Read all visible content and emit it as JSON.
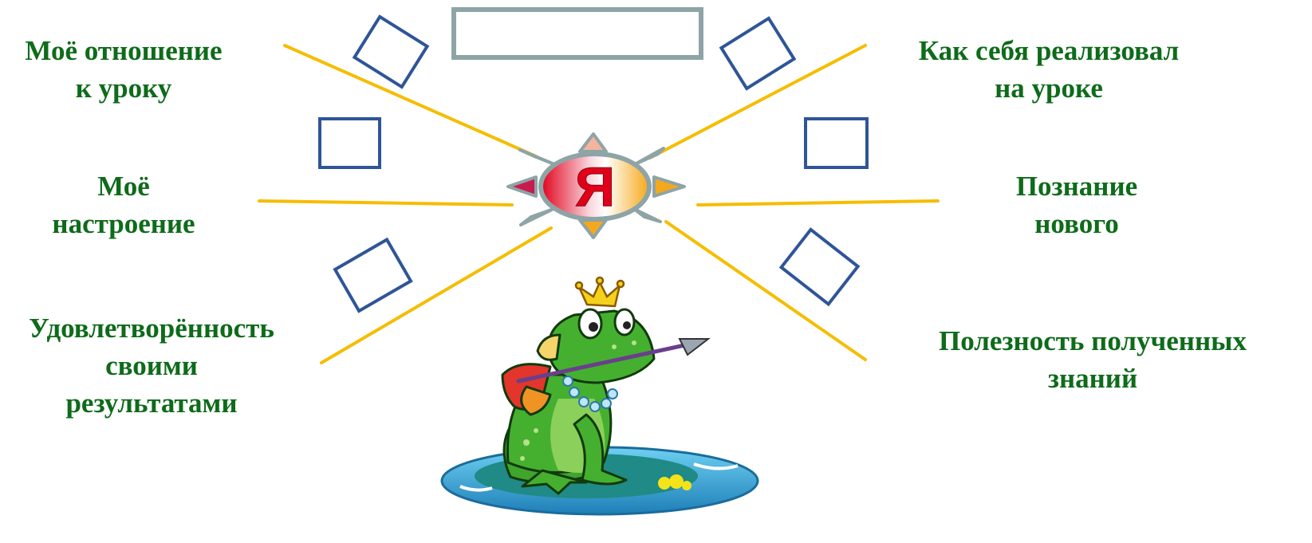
{
  "center": {
    "letter": "Я"
  },
  "labels": {
    "attitude": [
      "Моё отношение",
      "к уроку"
    ],
    "self_realization": [
      "Как  себя реализовал",
      "на уроке"
    ],
    "mood": [
      "Моё",
      "настроение"
    ],
    "cognition": [
      "Познание",
      "нового"
    ],
    "satisfaction": [
      "Удовлетворённость",
      "своими",
      "результатами"
    ],
    "usefulness": [
      "Полезность полученных",
      "знаний"
    ]
  },
  "colors": {
    "label_text": "#0e6b1a",
    "ray": "#f5bd00",
    "box_outline": "#2f5597",
    "title_box_outline": "#8ea4a6",
    "sun_red": "#e1001a",
    "sun_orange": "#f4a81d",
    "frog_green": "#45b02f",
    "pad_blue": "#3aa7d8"
  },
  "icons": [
    "sun-icon",
    "frog-prince-icon",
    "crown-icon",
    "arrow-icon",
    "lily-pad-icon"
  ]
}
